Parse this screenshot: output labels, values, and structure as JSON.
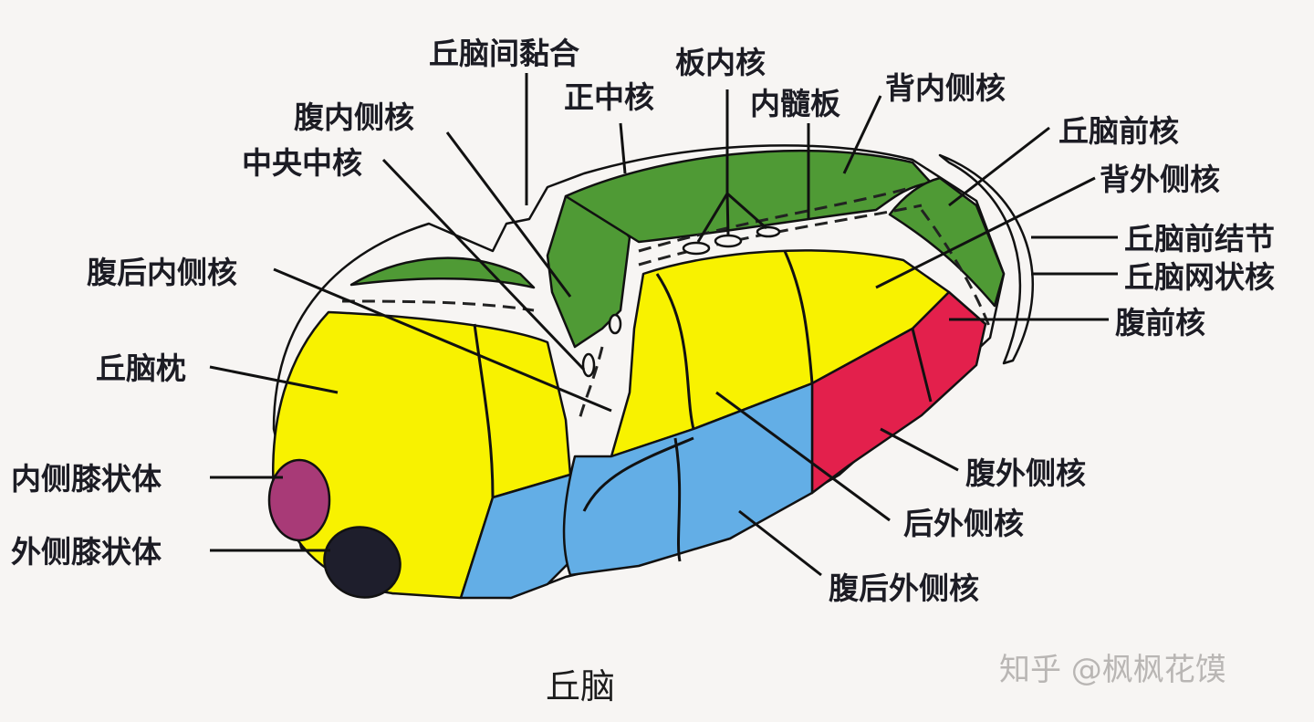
{
  "labels": {
    "interthalamic_adhesion": "丘脑间黏合",
    "intralaminar_nuclei": "板内核",
    "median_nucleus": "正中核",
    "internal_medullary_lamina": "内髓板",
    "mediodorsal_nucleus": "背内侧核",
    "ventromedial_nucleus": "腹内侧核",
    "centromedian_nucleus": "中央中核",
    "anterior_nucleus": "丘脑前核",
    "lateral_dorsal_nucleus": "背外侧核",
    "anterior_tubercle": "丘脑前结节",
    "reticular_nucleus": "丘脑网状核",
    "ventral_posteromedial_nucleus": "腹后内侧核",
    "ventral_anterior_nucleus": "腹前核",
    "pulvinar": "丘脑枕",
    "ventral_lateral_nucleus": "腹外侧核",
    "medial_geniculate_body": "内侧膝状体",
    "lateral_posterior_nucleus": "后外侧核",
    "lateral_geniculate_body": "外侧膝状体",
    "ventral_posterolateral_nucleus": "腹后外侧核"
  },
  "caption": "丘脑",
  "watermark": "知乎 @枫枫花馍",
  "colors": {
    "green": "#4f9a35",
    "yellow": "#f8f200",
    "blue": "#63aee6",
    "red": "#e3204c",
    "magenta": "#a83a77",
    "dark": "#1e1e2c",
    "white": "#f7f5f3"
  }
}
